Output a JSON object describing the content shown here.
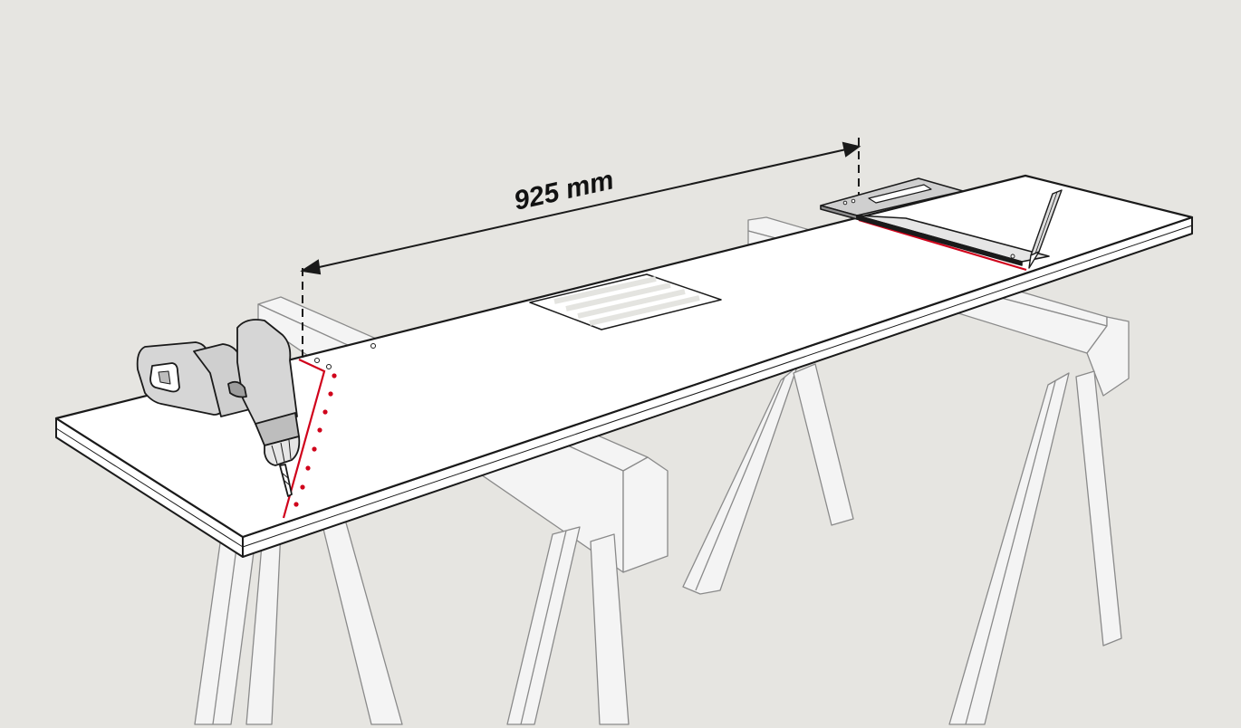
{
  "dimension": {
    "label": "925 mm",
    "value": 925,
    "unit": "mm"
  },
  "colors": {
    "background": "#e6e5e1",
    "outline": "#1a1a1a",
    "wood_fill": "#f4f4f4",
    "board_fill": "#ffffff",
    "cut_line": "#d0021b",
    "tool_grey": "#d6d6d6",
    "tool_dark": "#9e9e9e",
    "paper_stripe": "#e4e4e0"
  },
  "elements": {
    "board": "workbench-board",
    "sawhorses": 2,
    "tools": [
      "drill-icon",
      "square-ruler-icon",
      "pencil-icon"
    ],
    "drill_points": 8,
    "instruction_sheet_lines": 4
  }
}
